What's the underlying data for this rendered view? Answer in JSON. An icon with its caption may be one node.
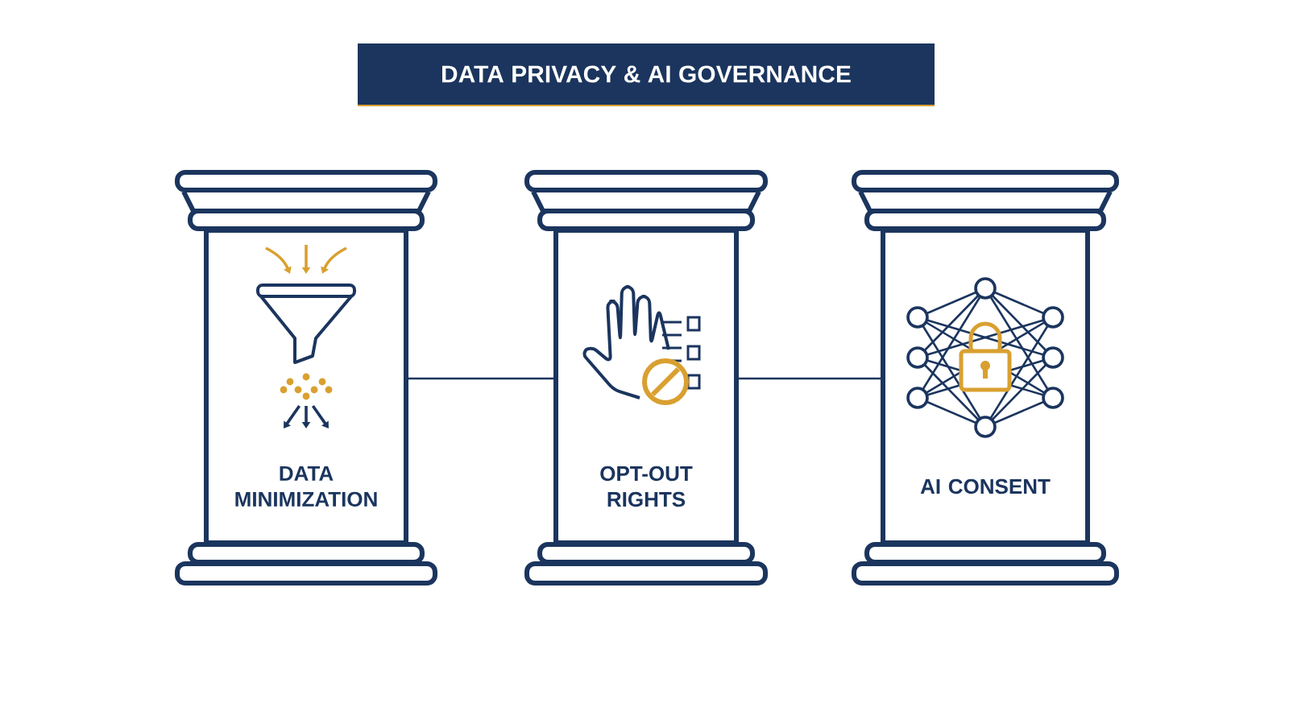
{
  "diagram": {
    "title": "DATA PRIVACY & AI GOVERNANCE",
    "nodes": [
      {
        "text": [
          "DATA MINIMIZATION"
        ]
      },
      {
        "text": [
          "OPT-OUT RIGHTS"
        ]
      },
      {
        "text": [
          "AI CONSENT"
        ]
      }
    ],
    "edges": [
      {
        "from": 0,
        "to": 1,
        "arrow": "none"
      },
      {
        "from": 1,
        "to": 2,
        "arrow": "none"
      }
    ]
  }
}
